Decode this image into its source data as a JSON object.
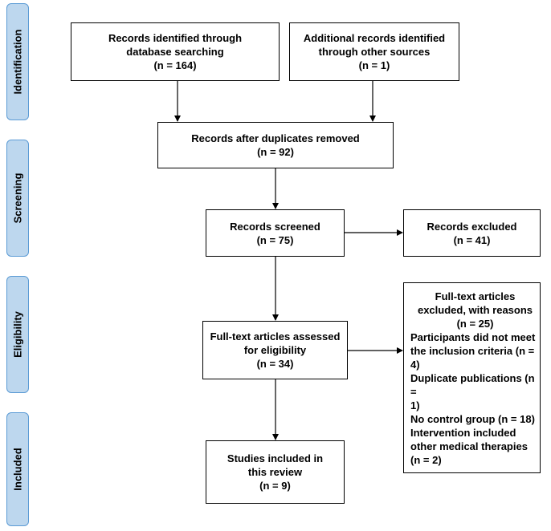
{
  "phases": {
    "identification": "Identification",
    "screening": "Screening",
    "eligibility": "Eligibility",
    "included": "Included"
  },
  "boxes": {
    "database": [
      "Records identified through",
      "database searching",
      "(n = 164)"
    ],
    "other_sources": [
      "Additional records identified",
      "through other sources",
      "(n = 1)"
    ],
    "duplicates_removed": [
      "Records after duplicates removed",
      "(n = 92)"
    ],
    "screened": [
      "Records screened",
      "(n = 75)"
    ],
    "excluded": [
      "Records excluded",
      "(n = 41)"
    ],
    "fulltext_assessed": [
      "Full-text articles assessed",
      "for eligibility",
      "(n = 34)"
    ],
    "fulltext_excluded": {
      "heading": [
        "Full-text articles",
        "excluded, with reasons",
        "(n = 25)"
      ],
      "reasons": [
        "Participants did not meet",
        "the inclusion criteria (n =",
        "4)",
        "Duplicate publications (n =",
        "1)",
        "No control group (n = 18)",
        "Intervention included",
        "other medical therapies",
        "(n = 2)"
      ]
    },
    "included": [
      "Studies included in",
      "this review",
      "(n = 9)"
    ]
  }
}
